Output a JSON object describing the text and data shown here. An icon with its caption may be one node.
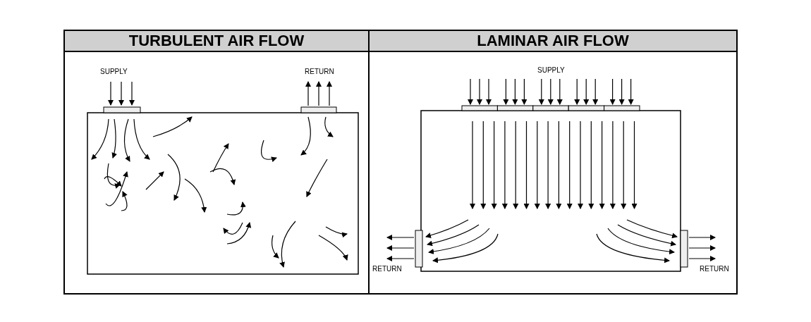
{
  "diagram": {
    "nodes": [
      {
        "text": [
          "TURBULENT AIR FLOW"
        ]
      },
      {
        "text": [
          "LAMINAR AIR FLOW"
        ]
      }
    ],
    "labels": [
      "SUPPLY",
      "RETURN",
      "SUPPLY",
      "RETURN",
      "RETURN"
    ]
  }
}
